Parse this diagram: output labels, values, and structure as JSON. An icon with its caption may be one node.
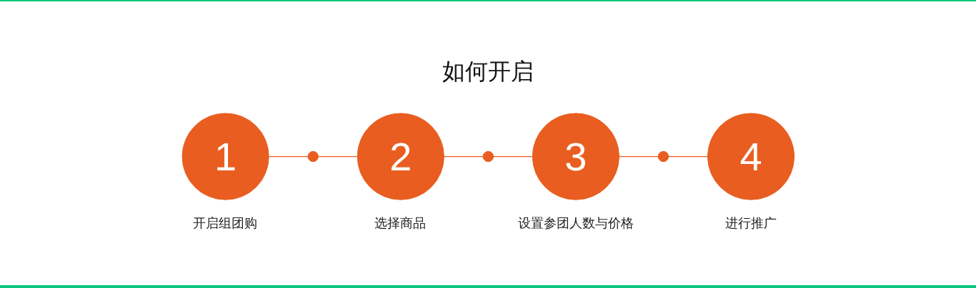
{
  "diagram": {
    "title": "如何开启",
    "nodes": [
      {
        "text": [
          "1"
        ],
        "beside": [
          "开启组团购"
        ]
      },
      {
        "text": [],
        "shape": "circle"
      },
      {
        "text": [
          "2"
        ],
        "beside": [
          "选择商品"
        ]
      },
      {
        "text": [],
        "shape": "circle"
      },
      {
        "text": [
          "3"
        ],
        "beside": [
          "设置参团人数与价格"
        ]
      },
      {
        "text": [],
        "shape": "circle"
      },
      {
        "text": [
          "4"
        ],
        "beside": [
          "进行推广"
        ]
      }
    ],
    "edges": [
      {
        "from": 0,
        "to": 1,
        "arrow": "none"
      },
      {
        "from": 1,
        "to": 2,
        "arrow": "none"
      },
      {
        "from": 2,
        "to": 3,
        "arrow": "none"
      },
      {
        "from": 3,
        "to": 4,
        "arrow": "none"
      },
      {
        "from": 4,
        "to": 5,
        "arrow": "none"
      },
      {
        "from": 5,
        "to": 6,
        "arrow": "none"
      }
    ]
  }
}
